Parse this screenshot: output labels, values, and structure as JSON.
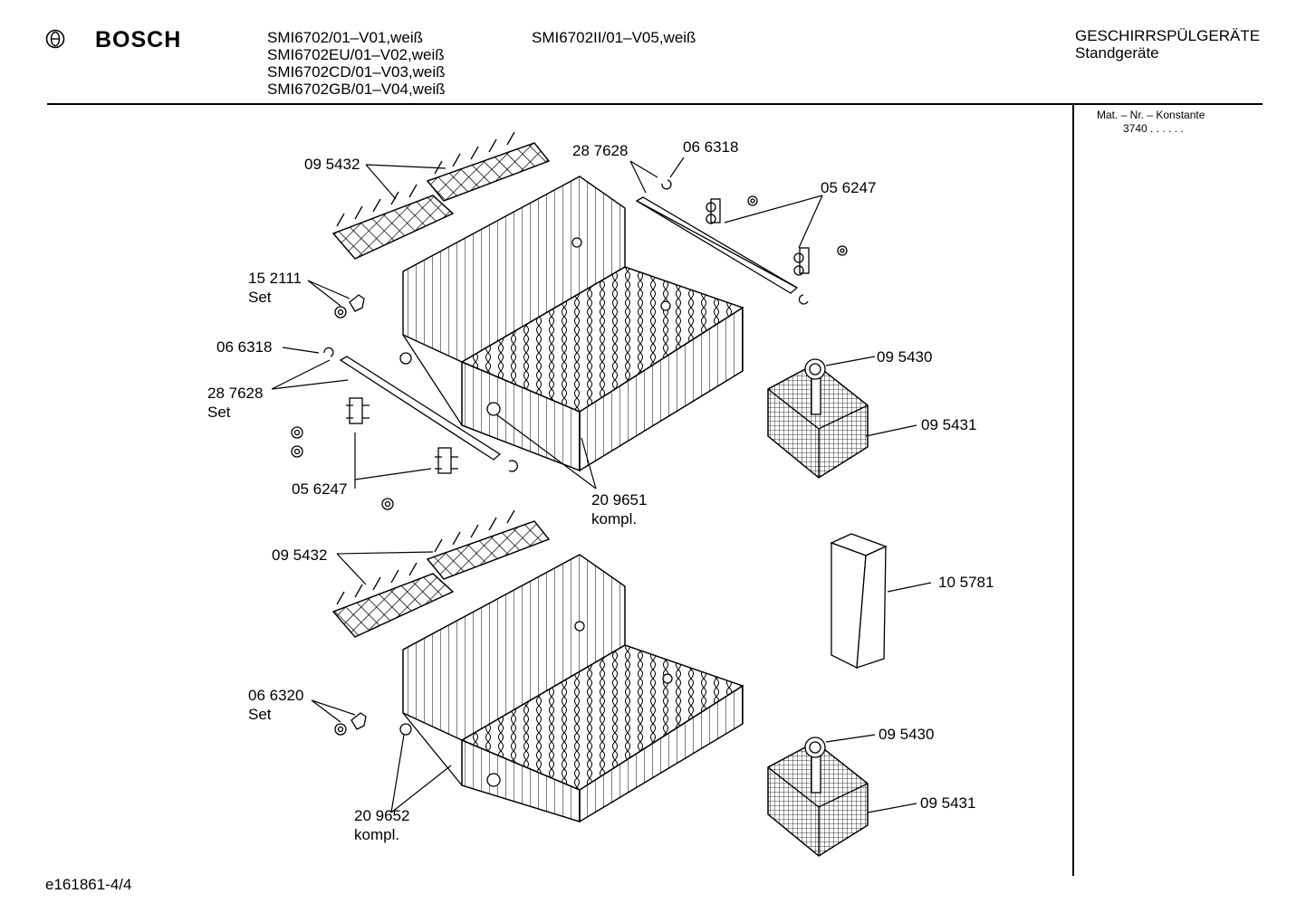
{
  "header": {
    "brand": "BOSCH",
    "models_col1": [
      "SMI6702/01–V01,weiß",
      "SMI6702EU/01–V02,weiß",
      "SMI6702CD/01–V03,weiß",
      "SMI6702GB/01–V04,weiß"
    ],
    "models_col2": [
      "SMI6702II/01–V05,weiß"
    ],
    "category": "GESCHIRRSPÜLGERÄTE",
    "subcategory": "Standgeräte"
  },
  "side_panel": {
    "heading": "Mat. – Nr. – Konstante",
    "value": "3740 .  .  .  .  .  ."
  },
  "labels": {
    "p_095432_a": "09 5432",
    "p_287628_a": "28 7628",
    "p_066318_a": "06 6318",
    "p_056247_a": "05 6247",
    "p_152111": "15 2111",
    "p_152111_set": "Set",
    "p_066318_b": "06 6318",
    "p_287628_b": "28 7628",
    "p_287628_b_set": "Set",
    "p_095430_a": "09 5430",
    "p_095431_a": "09 5431",
    "p_056247_b": "05 6247",
    "p_209651": "20 9651",
    "p_209651_kompl": "kompl.",
    "p_095432_b": "09 5432",
    "p_105781": "10 5781",
    "p_066320": "06 6320",
    "p_066320_set": "Set",
    "p_095430_b": "09 5430",
    "p_095431_b": "09 5431",
    "p_209652": "20 9652",
    "p_209652_kompl": "kompl."
  },
  "footer": {
    "doc_id": "e161861-4/4"
  }
}
